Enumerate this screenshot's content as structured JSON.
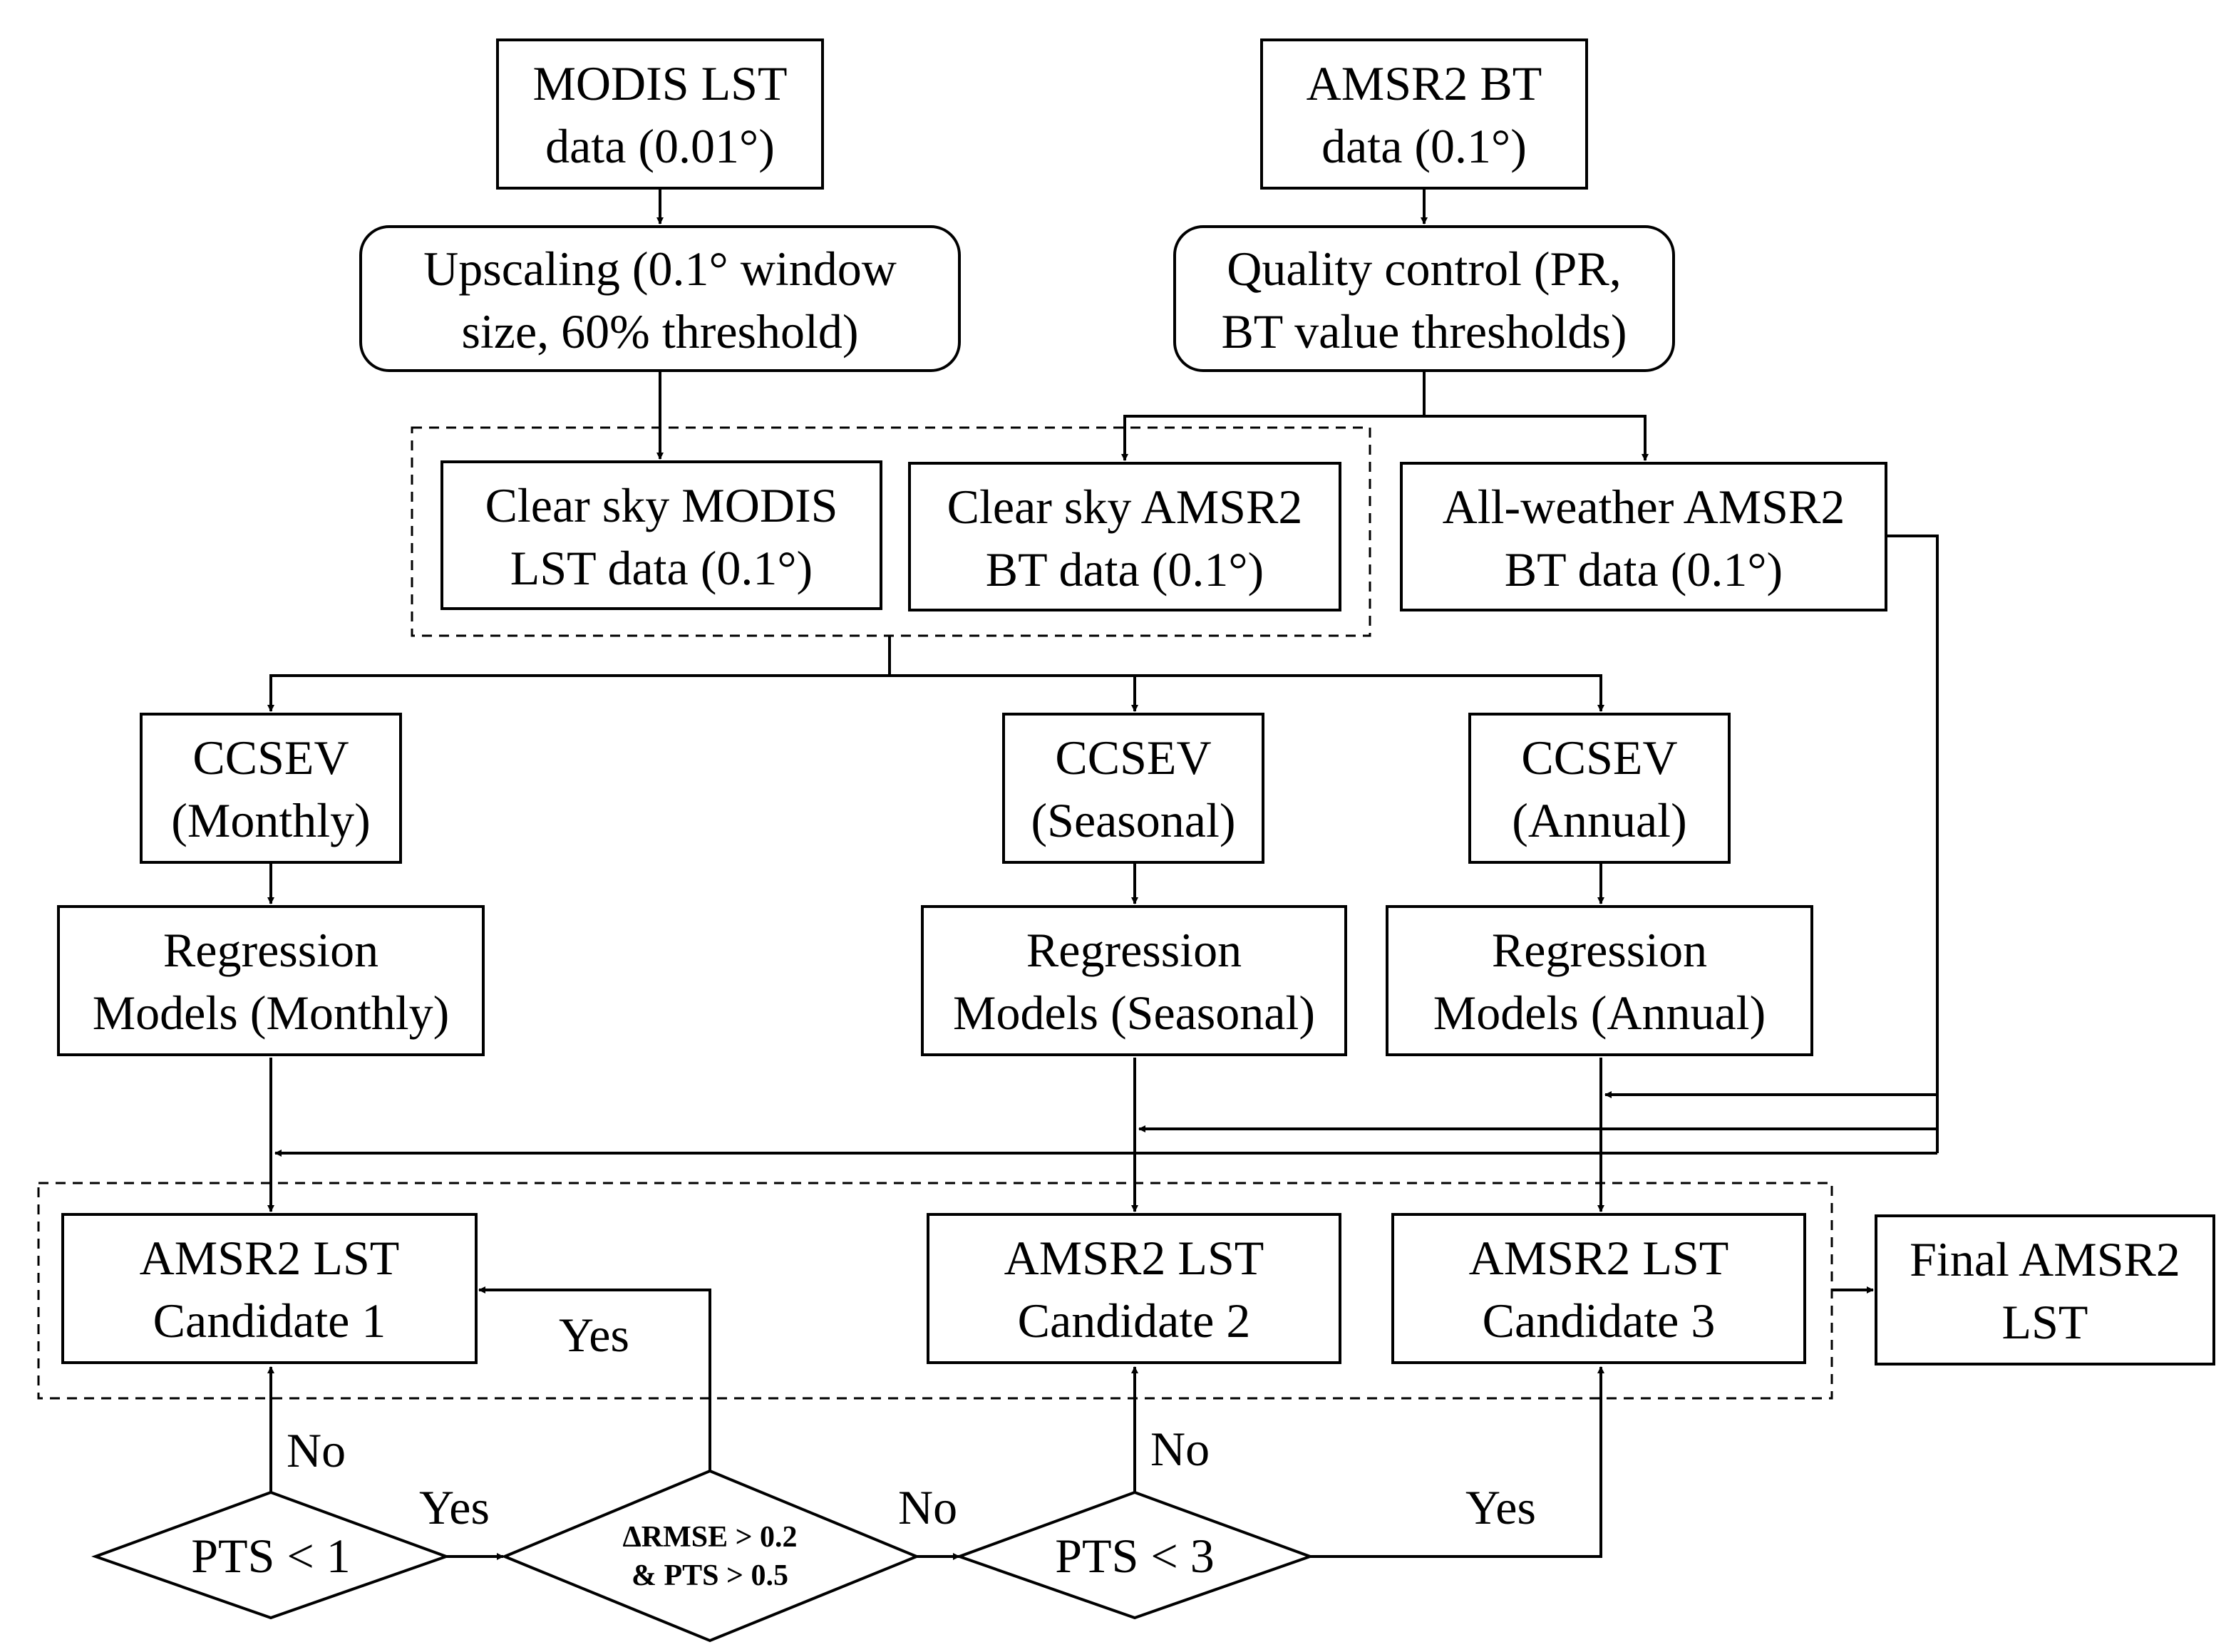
{
  "nodes": {
    "modis_lst": {
      "lines": [
        "MODIS LST",
        "data (0.01°)"
      ]
    },
    "amsr2_bt": {
      "lines": [
        "AMSR2 BT",
        "data (0.1°)"
      ]
    },
    "upscaling": {
      "lines": [
        "Upscaling (0.1° window",
        "size, 60% threshold)"
      ]
    },
    "quality_control": {
      "lines": [
        "Quality control (PR,",
        "BT value thresholds)"
      ]
    },
    "clear_modis": {
      "lines": [
        "Clear sky MODIS",
        "LST data (0.1°)"
      ]
    },
    "clear_amsr2": {
      "lines": [
        "Clear sky AMSR2",
        "BT data (0.1°)"
      ]
    },
    "allweather_amsr2": {
      "lines": [
        "All-weather AMSR2",
        "BT data (0.1°)"
      ]
    },
    "ccsev_monthly": {
      "lines": [
        "CCSEV",
        "(Monthly)"
      ]
    },
    "ccsev_seasonal": {
      "lines": [
        "CCSEV",
        "(Seasonal)"
      ]
    },
    "ccsev_annual": {
      "lines": [
        "CCSEV",
        "(Annual)"
      ]
    },
    "reg_monthly": {
      "lines": [
        "Regression",
        "Models (Monthly)"
      ]
    },
    "reg_seasonal": {
      "lines": [
        "Regression",
        "Models (Seasonal)"
      ]
    },
    "reg_annual": {
      "lines": [
        "Regression",
        "Models (Annual)"
      ]
    },
    "candidate1": {
      "lines": [
        "AMSR2 LST",
        "Candidate 1"
      ]
    },
    "candidate2": {
      "lines": [
        "AMSR2 LST",
        "Candidate 2"
      ]
    },
    "candidate3": {
      "lines": [
        "AMSR2 LST",
        "Candidate 3"
      ]
    },
    "final_lst": {
      "lines": [
        "Final AMSR2",
        "LST"
      ]
    },
    "pts_lt_1": {
      "lines": [
        "PTS < 1"
      ]
    },
    "rmse_check": {
      "lines": [
        "ΔRMSE > 0.2",
        "& PTS > 0.5"
      ]
    },
    "pts_lt_3": {
      "lines": [
        "PTS < 3"
      ]
    }
  },
  "edge_labels": {
    "pts1_no": "No",
    "pts1_yes": "Yes",
    "rmse_yes": "Yes",
    "rmse_no": "No",
    "pts3_no": "No",
    "pts3_yes": "Yes"
  }
}
